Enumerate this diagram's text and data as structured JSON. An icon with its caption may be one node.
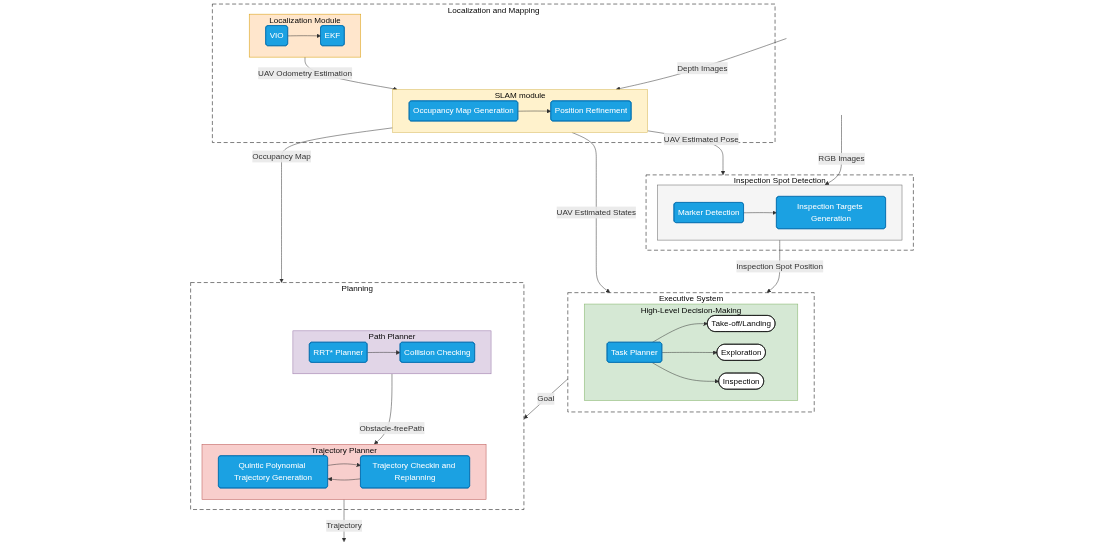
{
  "diagram": {
    "nodes": [
      {
        "text": [
          "Localization and Mapping"
        ]
      },
      {
        "text": [
          "Localization Module"
        ],
        "in": 0
      },
      {
        "text": [
          "VIO"
        ],
        "in": 1
      },
      {
        "text": [
          "EKF"
        ],
        "in": 1
      },
      {
        "text": [
          "SLAM module"
        ],
        "in": 0
      },
      {
        "text": [
          "Occupancy Map Generation"
        ],
        "in": 4
      },
      {
        "text": [
          "Position Refinement"
        ],
        "in": 4
      },
      {
        "text": [
          "Inspection Spot Detection"
        ]
      },
      {
        "text": [],
        "shape": "box",
        "in": 7
      },
      {
        "text": [
          "Marker Detection"
        ],
        "in": 8
      },
      {
        "text": [
          "Inspection Targets Generation"
        ],
        "in": 8
      },
      {
        "text": [
          "Executive System"
        ]
      },
      {
        "text": [
          "High-Level Decision-Making"
        ],
        "in": 11
      },
      {
        "text": [
          "Task Planner"
        ],
        "in": 12
      },
      {
        "text": [
          "Take-off/Landing"
        ],
        "in": 12
      },
      {
        "text": [
          "Exploration"
        ],
        "in": 12
      },
      {
        "text": [
          "Inspection"
        ],
        "in": 12
      },
      {
        "text": [
          "Planning"
        ]
      },
      {
        "text": [
          "Path Planner"
        ],
        "in": 17
      },
      {
        "text": [
          "RRT* Planner"
        ],
        "in": 18
      },
      {
        "text": [
          "Collision Checking"
        ],
        "in": 18
      },
      {
        "text": [
          "Trajectory Planner"
        ],
        "in": 17
      },
      {
        "text": [
          "Quintic Polynomial Trajectory Generation"
        ],
        "in": 21
      },
      {
        "text": [
          "Trajectory Checkin and Replanning"
        ],
        "in": 21
      }
    ],
    "edges": [
      {
        "from": 2,
        "to": 3,
        "arrow": "to"
      },
      {
        "from": 1,
        "to": 4,
        "arrow": "to",
        "label": "UAV Odometry Estimation"
      },
      {
        "from": null,
        "to": 4,
        "arrow": "to",
        "label": "Depth Images"
      },
      {
        "from": 5,
        "to": 6,
        "arrow": "to"
      },
      {
        "from": 4,
        "to": 11,
        "arrow": "to",
        "label": "UAV Estimated States"
      },
      {
        "from": 4,
        "to": 17,
        "arrow": "to",
        "label": "Occupancy Map"
      },
      {
        "from": 4,
        "to": 7,
        "arrow": "to",
        "label": "UAV Estimated Pose"
      },
      {
        "from": null,
        "to": 8,
        "arrow": "to",
        "label": "RGB Images"
      },
      {
        "from": 9,
        "to": 10,
        "arrow": "to"
      },
      {
        "from": 8,
        "to": 11,
        "arrow": "to",
        "label": "Inspection Spot Position"
      },
      {
        "from": 13,
        "to": 14,
        "arrow": "to"
      },
      {
        "from": 13,
        "to": 15,
        "arrow": "to"
      },
      {
        "from": 13,
        "to": 16,
        "arrow": "to"
      },
      {
        "from": 11,
        "to": 17,
        "arrow": "to",
        "label": "Goal"
      },
      {
        "from": 19,
        "to": 20,
        "arrow": "to"
      },
      {
        "from": 18,
        "to": 21,
        "arrow": "to",
        "label": "Obstacle-freePath"
      },
      {
        "from": 22,
        "to": 23,
        "arrow": "to"
      },
      {
        "from": 23,
        "to": 22,
        "arrow": "to"
      },
      {
        "from": 21,
        "to": null,
        "arrow": "to",
        "label": "Trajectory"
      }
    ]
  }
}
